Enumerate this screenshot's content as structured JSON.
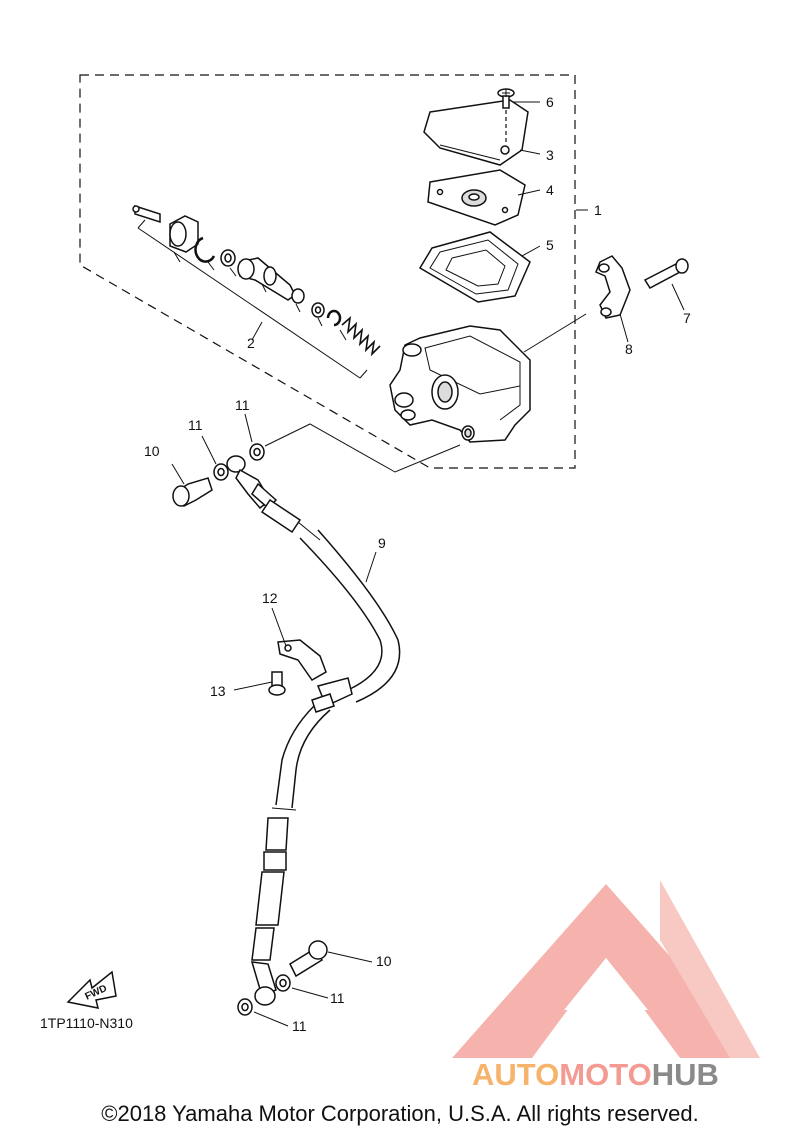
{
  "diagram": {
    "callouts": [
      "1",
      "2",
      "3",
      "4",
      "5",
      "6",
      "7",
      "8",
      "9",
      "10",
      "11",
      "12",
      "13"
    ],
    "callout_10": "10",
    "callout_11": "11"
  },
  "fwd_label": "FWD",
  "ref_code": "1TP1110-N310",
  "copyright": "©2018 Yamaha Motor Corporation, U.S.A. All rights reserved.",
  "watermark": {
    "part1": "AUTO",
    "part2": "MOTO",
    "part3": "HUB",
    "color_a": "#f6b36b",
    "color_b": "#f39a92",
    "color_c": "#8a8a8a"
  }
}
